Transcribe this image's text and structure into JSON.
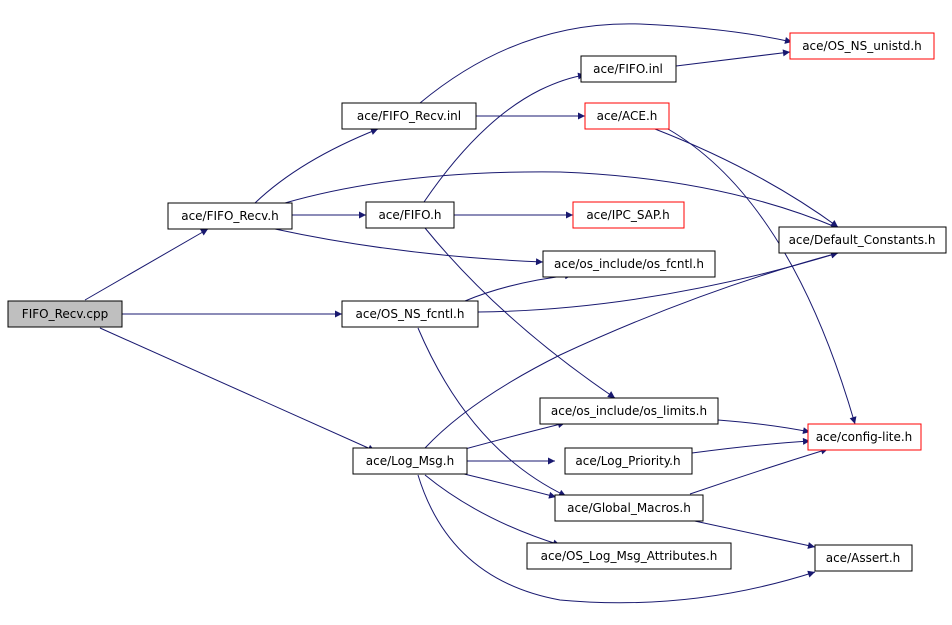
{
  "colors": {
    "edge": "#191970",
    "root_fill": "#bfbfbf",
    "node_border": "#000000",
    "undocumented_border": "#ff0000"
  },
  "nodes": {
    "fifo_recv_cpp": {
      "label": "FIFO_Recv.cpp"
    },
    "fifo_recv_h": {
      "label": "ace/FIFO_Recv.h"
    },
    "fifo_recv_inl": {
      "label": "ace/FIFO_Recv.inl"
    },
    "fifo_h": {
      "label": "ace/FIFO.h"
    },
    "fifo_inl": {
      "label": "ace/FIFO.inl"
    },
    "os_ns_unistd_h": {
      "label": "ace/OS_NS_unistd.h"
    },
    "ace_h": {
      "label": "ace/ACE.h"
    },
    "ipc_sap_h": {
      "label": "ace/IPC_SAP.h"
    },
    "default_constants_h": {
      "label": "ace/Default_Constants.h"
    },
    "os_fcntl_h": {
      "label": "ace/os_include/os_fcntl.h"
    },
    "os_ns_fcntl_h": {
      "label": "ace/OS_NS_fcntl.h"
    },
    "os_limits_h": {
      "label": "ace/os_include/os_limits.h"
    },
    "config_lite_h": {
      "label": "ace/config-lite.h"
    },
    "log_msg_h": {
      "label": "ace/Log_Msg.h"
    },
    "log_priority_h": {
      "label": "ace/Log_Priority.h"
    },
    "global_macros_h": {
      "label": "ace/Global_Macros.h"
    },
    "os_log_msg_attributes_h": {
      "label": "ace/OS_Log_Msg_Attributes.h"
    },
    "assert_h": {
      "label": "ace/Assert.h"
    }
  },
  "edges": [
    {
      "from": "fifo_recv_cpp",
      "to": "fifo_recv_h"
    },
    {
      "from": "fifo_recv_cpp",
      "to": "os_ns_fcntl_h"
    },
    {
      "from": "fifo_recv_cpp",
      "to": "log_msg_h"
    },
    {
      "from": "fifo_recv_h",
      "to": "fifo_recv_inl"
    },
    {
      "from": "fifo_recv_h",
      "to": "fifo_h"
    },
    {
      "from": "fifo_recv_h",
      "to": "default_constants_h"
    },
    {
      "from": "fifo_recv_h",
      "to": "os_fcntl_h"
    },
    {
      "from": "fifo_recv_inl",
      "to": "os_ns_unistd_h"
    },
    {
      "from": "fifo_recv_inl",
      "to": "ace_h"
    },
    {
      "from": "fifo_h",
      "to": "fifo_inl"
    },
    {
      "from": "fifo_h",
      "to": "ipc_sap_h"
    },
    {
      "from": "fifo_h",
      "to": "os_limits_h"
    },
    {
      "from": "fifo_inl",
      "to": "os_ns_unistd_h"
    },
    {
      "from": "ace_h",
      "to": "default_constants_h"
    },
    {
      "from": "ace_h",
      "to": "config_lite_h"
    },
    {
      "from": "os_ns_fcntl_h",
      "to": "os_fcntl_h"
    },
    {
      "from": "os_ns_fcntl_h",
      "to": "default_constants_h"
    },
    {
      "from": "os_ns_fcntl_h",
      "to": "global_macros_h"
    },
    {
      "from": "log_msg_h",
      "to": "default_constants_h"
    },
    {
      "from": "log_msg_h",
      "to": "os_limits_h"
    },
    {
      "from": "log_msg_h",
      "to": "log_priority_h"
    },
    {
      "from": "log_msg_h",
      "to": "global_macros_h"
    },
    {
      "from": "log_msg_h",
      "to": "os_log_msg_attributes_h"
    },
    {
      "from": "log_msg_h",
      "to": "assert_h"
    },
    {
      "from": "os_limits_h",
      "to": "config_lite_h"
    },
    {
      "from": "log_priority_h",
      "to": "config_lite_h"
    },
    {
      "from": "global_macros_h",
      "to": "config_lite_h"
    },
    {
      "from": "global_macros_h",
      "to": "assert_h"
    }
  ]
}
